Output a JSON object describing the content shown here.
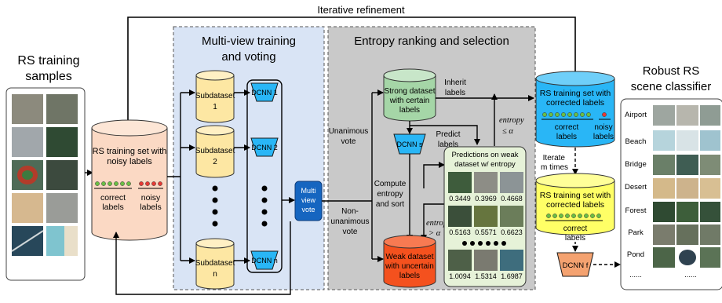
{
  "top_label": "Iterative refinement",
  "left": {
    "title_line1": "RS training",
    "title_line2": "samples"
  },
  "noisy_set": {
    "line1": "RS training set with",
    "line2": "noisy labels",
    "correct": "correct",
    "correct2": "labels",
    "noisy": "noisy",
    "noisy2": "labels"
  },
  "multiview": {
    "title_line1": "Multi-view training",
    "title_line2": "and voting",
    "subdataset": "Subdataset",
    "sub1": "1",
    "sub2": "2",
    "subn": "n",
    "dcnn1": "DCNN 1",
    "dcnn2": "DCNN 2",
    "dcnnn": "DCNN n",
    "vote_line1": "Multi",
    "vote_line2": "view",
    "vote_line3": "vote"
  },
  "entropy": {
    "title": "Entropy ranking and selection",
    "strong_l1": "Strong dataset",
    "strong_l2": "with certain",
    "strong_l3": "labels",
    "weak_l1": "Weak dataset",
    "weak_l2": "with uncertain",
    "weak_l3": "labels",
    "dcnn_s": "DCNN s",
    "unanimous_l1": "Unanimous",
    "unanimous_l2": "vote",
    "nonunan_l1": "Non-",
    "nonunan_l2": "unanimous",
    "nonunan_l3": "vote",
    "compute_l1": "Compute",
    "compute_l2": "entropy",
    "compute_l3": "and sort",
    "predict_l1": "Predict",
    "predict_l2": "labels",
    "inherit_l1": "Inherit",
    "inherit_l2": "labels",
    "ent_le_l1": "entropy",
    "ent_le_l2": "≤ α",
    "ent_gt_l1": "entropy",
    "ent_gt_l2": "> α",
    "pred_title_l1": "Predictions on weak",
    "pred_title_l2": "dataset w/ entropy",
    "scores": [
      "0.3449",
      "0.3969",
      "0.4668",
      "0.5163",
      "0.5571",
      "0.6623",
      "1.0094",
      "1.5314",
      "1.6987"
    ]
  },
  "corrected_top": {
    "line1": "RS training set with",
    "line2": "corrected labels",
    "correct": "correct",
    "correct2": "labels",
    "noisy": "noisy",
    "noisy2": "labels"
  },
  "iterate_l1": "Iterate",
  "iterate_l2": "m times",
  "corrected_bottom": {
    "line1": "RS training set with",
    "line2": "corrected labels",
    "correct": "correct",
    "correct2": "labels"
  },
  "dcnn_f": "DCNN f",
  "robust": {
    "title_line1": "Robust RS",
    "title_line2": "scene classifier",
    "classes": [
      "Airport",
      "Beach",
      "Bridge",
      "Desert",
      "Forest",
      "Park",
      "Pond"
    ],
    "ellipsis": "......"
  },
  "colors": {
    "noisy_cyl": "#fbd9c4",
    "sub_cyl": "#fde7a3",
    "dcnn": "#29b6f6",
    "vote": "#1565c0",
    "strong": "#a5d6a7",
    "weak": "#f4511e",
    "top_cyl": "#29b6f6",
    "bottom_cyl": "#ffff66",
    "dcnn_f": "#f4a270",
    "green_dot": "#6abe45",
    "red_dot": "#e53935"
  }
}
